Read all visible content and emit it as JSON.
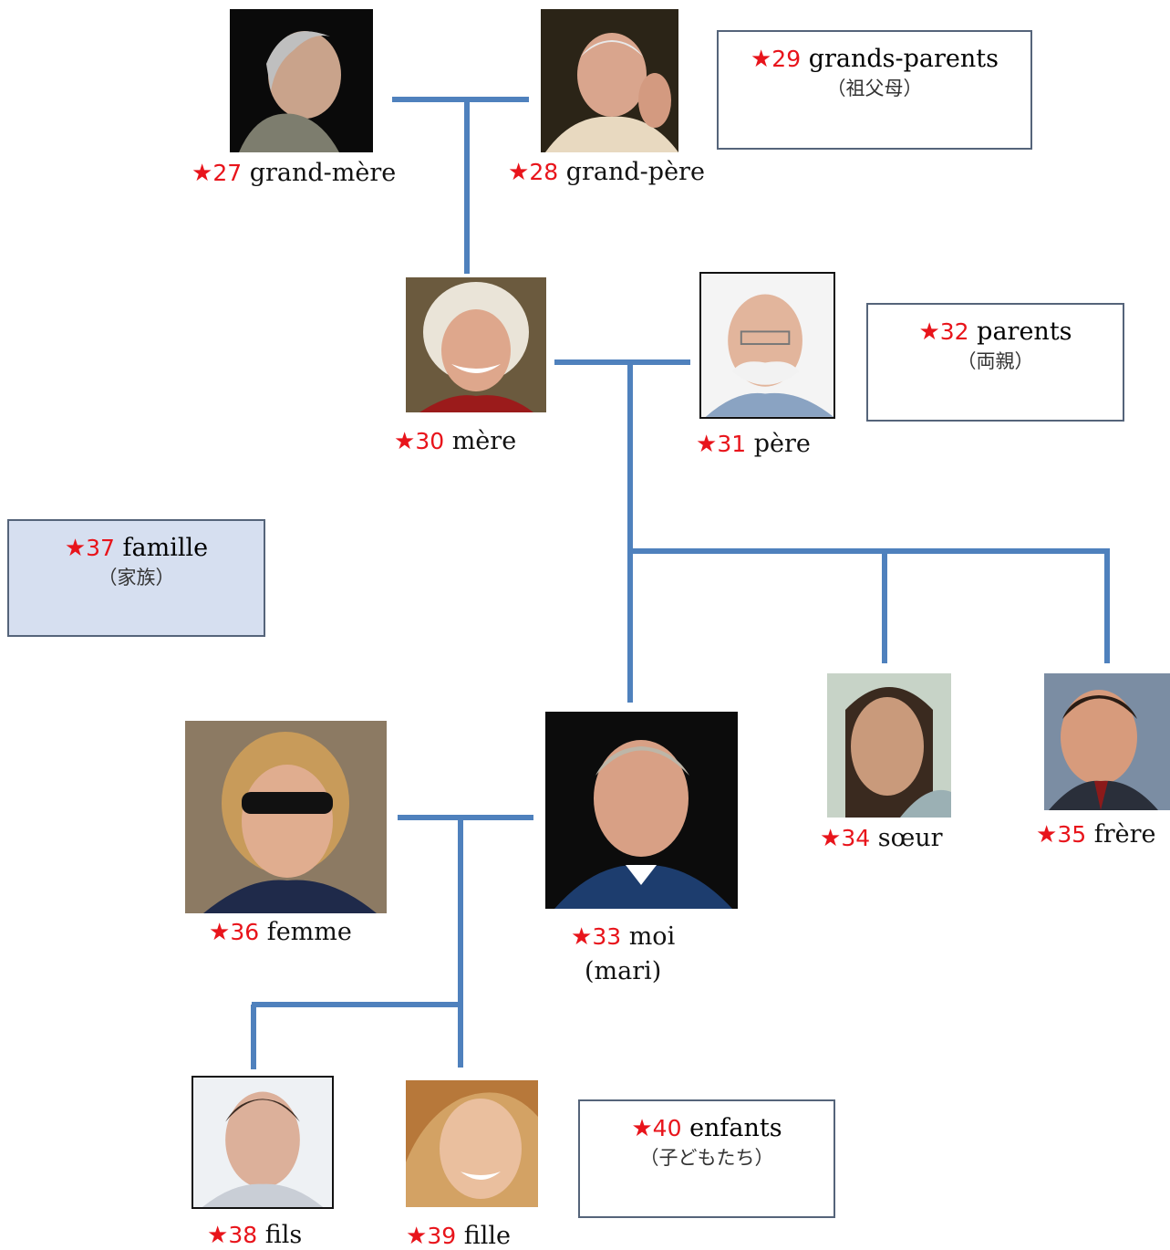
{
  "star": "★",
  "colors": {
    "connector": "#4f81bd",
    "number": "#e8141b",
    "shaded_box": "#d6dff0",
    "box_border": "#55647a"
  },
  "people": {
    "grandmere": {
      "num": "27",
      "text": " grand-mère"
    },
    "grandpere": {
      "num": "28",
      "text": " grand-père"
    },
    "mere": {
      "num": "30",
      "text": " mère"
    },
    "pere": {
      "num": "31",
      "text": " père"
    },
    "moi": {
      "num": "33",
      "text": " moi",
      "sub": "(mari)"
    },
    "soeur": {
      "num": "34",
      "text": " sœur"
    },
    "frere": {
      "num": "35",
      "text": " frère"
    },
    "femme": {
      "num": "36",
      "text": " femme"
    },
    "fils": {
      "num": "38",
      "text": " fils"
    },
    "fille": {
      "num": "39",
      "text": " fille"
    }
  },
  "boxes": {
    "grands_parents": {
      "num": "29",
      "text": " grands-parents",
      "jp": "（祖父母）"
    },
    "parents": {
      "num": "32",
      "text": " parents",
      "jp": "（両親）"
    },
    "famille": {
      "num": "37",
      "text": " famille",
      "jp": "（家族）"
    },
    "enfants": {
      "num": "40",
      "text": " enfants",
      "jp": "（子どもたち）"
    }
  }
}
